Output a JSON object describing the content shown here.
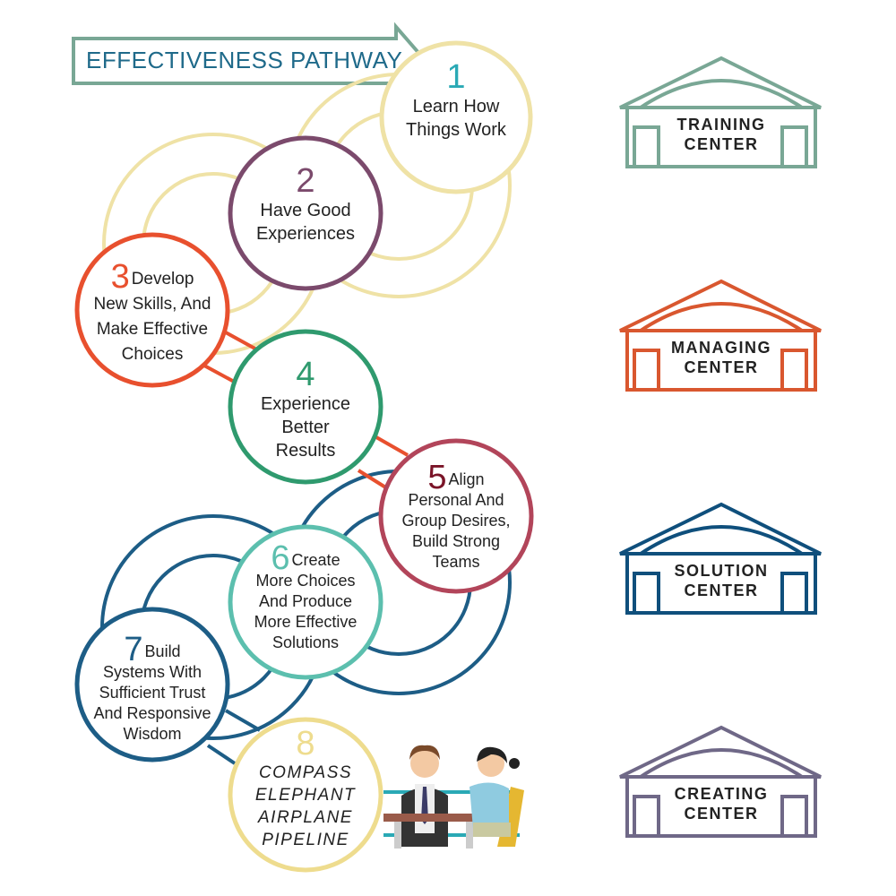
{
  "title": "EFFECTIVENESS PATHWAY",
  "steps": [
    {
      "number": "1",
      "text_lines": [
        "Learn How",
        "Things Work"
      ],
      "color": "#2aa9b5",
      "ring": "#efe2a6"
    },
    {
      "number": "2",
      "text_lines": [
        "Have Good",
        "Experiences"
      ],
      "color": "#7b4a6c",
      "ring": "#7b4a6c"
    },
    {
      "number": "3",
      "first": "Develop",
      "text_lines": [
        "New Skills, And",
        "Make Effective",
        "Choices"
      ],
      "color": "#e8502e",
      "ring": "#e8502e"
    },
    {
      "number": "4",
      "text_lines": [
        "Experience",
        "Better",
        "Results"
      ],
      "color": "#2f9a6e",
      "ring": "#2f9a6e"
    },
    {
      "number": "5",
      "first": "Align",
      "text_lines": [
        "Personal And",
        "Group Desires,",
        "Build Strong",
        "Teams"
      ],
      "color": "#7a1428",
      "ring": "#b2455a"
    },
    {
      "number": "6",
      "first": "Create",
      "text_lines": [
        "More Choices",
        "And Produce",
        "More Effective",
        "Solutions"
      ],
      "color": "#5cbfae",
      "ring": "#5cbfae"
    },
    {
      "number": "7",
      "first": "Build",
      "text_lines": [
        "Systems With",
        "Sufficient Trust",
        "And Responsive",
        "Wisdom"
      ],
      "color": "#1d5d86",
      "ring": "#1d5d86"
    },
    {
      "number": "8",
      "text_lines": [
        "COMPASS",
        "ELEPHANT",
        "AIRPLANE",
        "PIPELINE"
      ],
      "color": "#eedc8e",
      "ring": "#eedc8e"
    }
  ],
  "centers": [
    {
      "lines": [
        "TRAINING",
        "CENTER"
      ],
      "color": "#79a795"
    },
    {
      "lines": [
        "MANAGING",
        "CENTER"
      ],
      "color": "#d9572f"
    },
    {
      "lines": [
        "SOLUTION",
        "CENTER"
      ],
      "color": "#0f4f7c"
    },
    {
      "lines": [
        "CREATING",
        "CENTER"
      ],
      "color": "#6f6887"
    }
  ],
  "colors": {
    "yellow_loop": "#efe2a6",
    "blue_loop": "#1d5d86",
    "connector_orange": "#e8502e",
    "arrow": "#79a795",
    "title_text": "#1f6a8a"
  }
}
